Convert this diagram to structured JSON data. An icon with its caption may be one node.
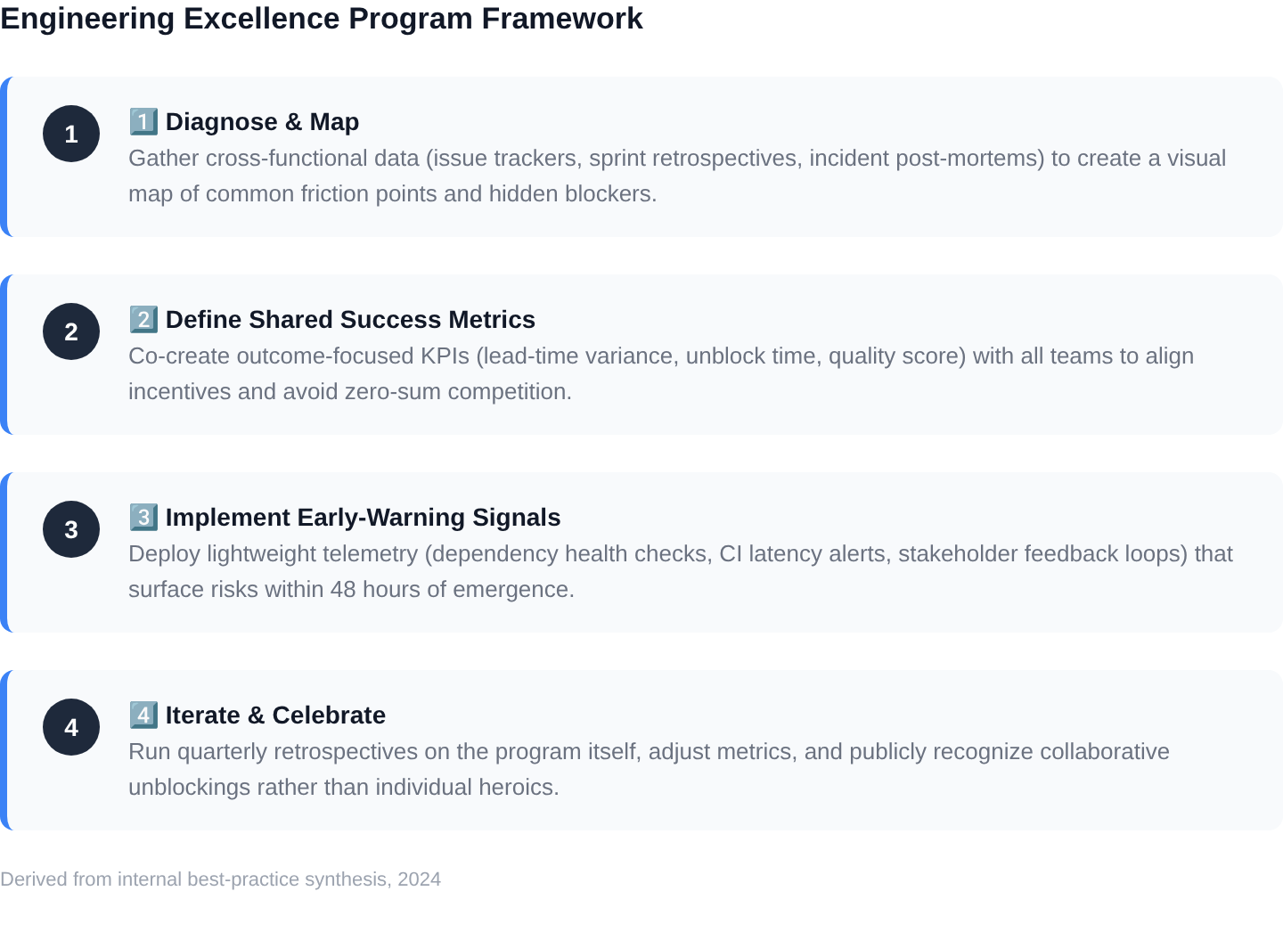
{
  "diagram": {
    "title": "Engineering Excellence Program Framework",
    "nodes": [
      {
        "text": [
          "1️⃣ Diagnose & Map",
          "Gather cross-functional data (issue trackers, sprint retrospectives, incident post-mortems) to create a visual map of common friction points and hidden blockers."
        ]
      },
      {
        "text": [
          "1"
        ],
        "in": 0
      },
      {
        "text": [
          "2️⃣ Define Shared Success Metrics",
          "Co-create outcome-focused KPIs (lead-time variance, unblock time, quality score) with all teams to align incentives and avoid zero-sum competition."
        ]
      },
      {
        "text": [
          "2"
        ],
        "in": 2
      },
      {
        "text": [
          "3️⃣ Implement Early-Warning Signals",
          "Deploy lightweight telemetry (dependency health checks, CI latency alerts, stakeholder feedback loops) that surface risks within 48 hours of emergence."
        ]
      },
      {
        "text": [
          "3"
        ],
        "in": 4
      },
      {
        "text": [
          "4️⃣ Iterate & Celebrate",
          "Run quarterly retrospectives on the program itself, adjust metrics, and publicly recognize collaborative unblockings rather than individual heroics."
        ]
      },
      {
        "text": [
          "4"
        ],
        "in": 6
      }
    ],
    "caption": "Derived from internal best-practice synthesis, 2024"
  }
}
